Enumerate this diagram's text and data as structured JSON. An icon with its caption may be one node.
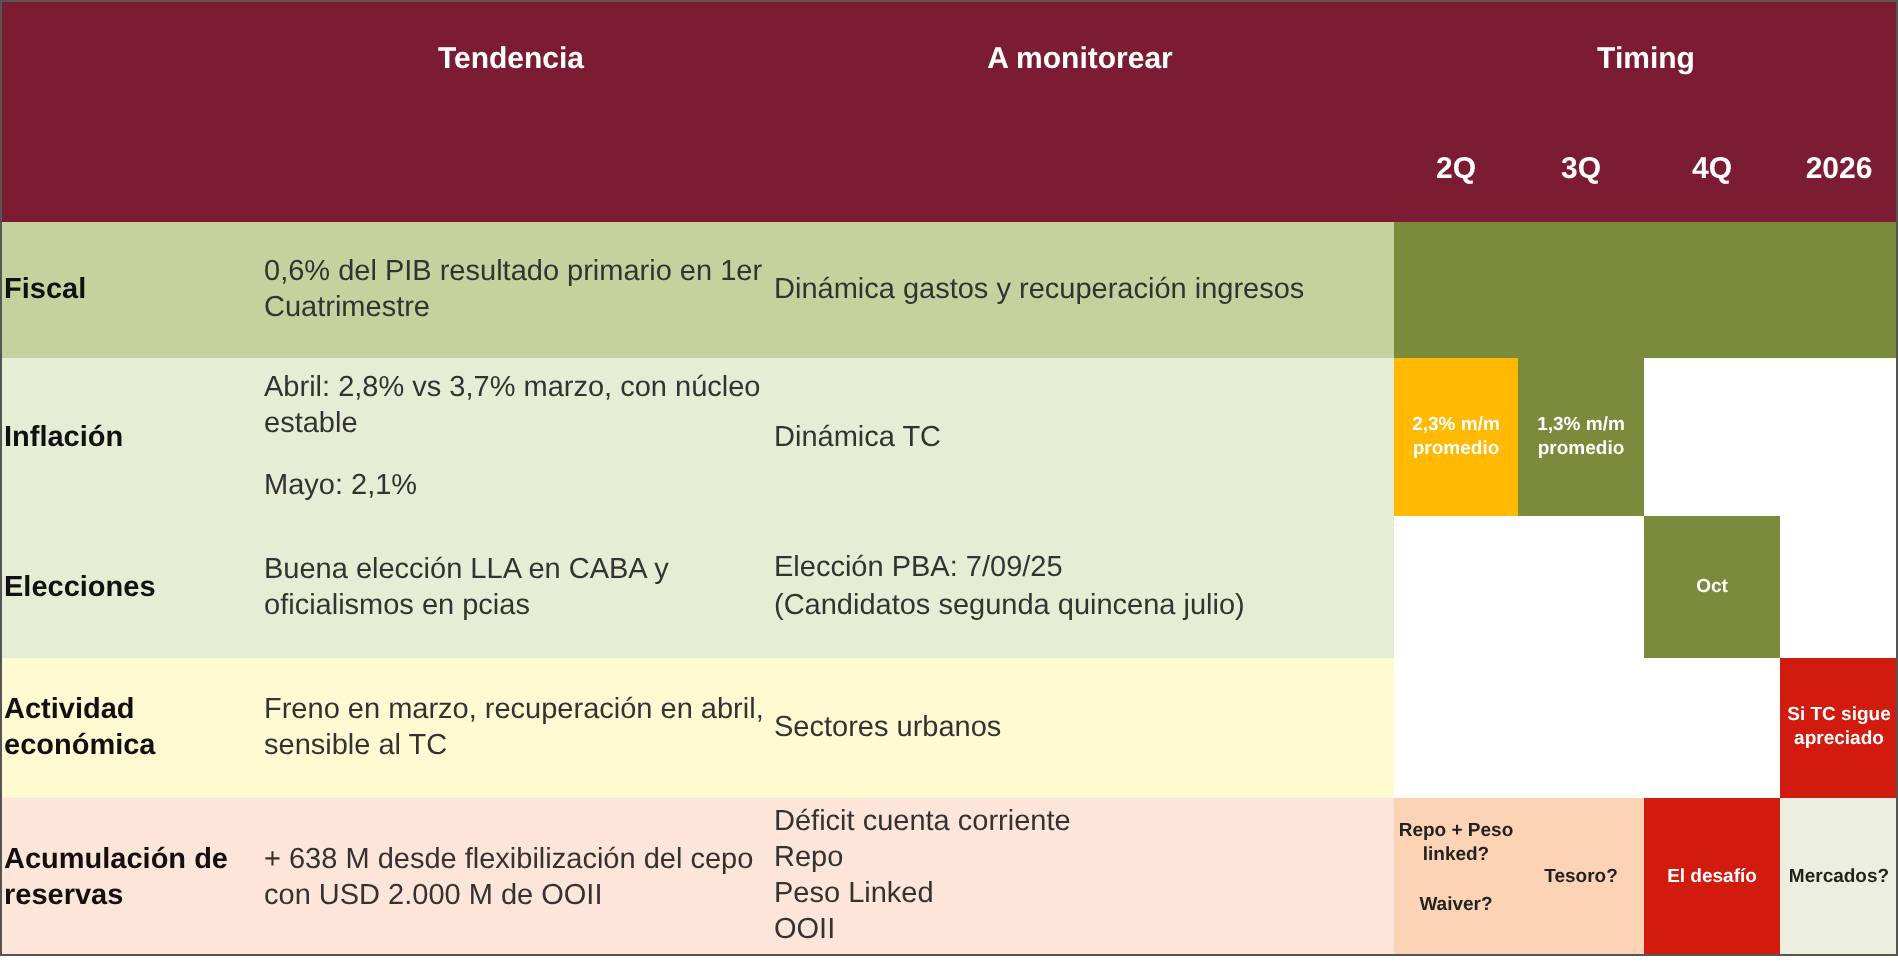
{
  "diagram": {
    "labels": [
      "Tendencia",
      "A monitorear",
      "Timing",
      "2Q",
      "3Q",
      "4Q",
      "2026",
      "Fiscal",
      "0,6% del PIB resultado primario en 1er Cuatrimestre",
      "Dinámica gastos y recuperación ingresos",
      "Inflación",
      "Abril: 2,8% vs 3,7% marzo, con núcleo estable",
      "Mayo: 2,1%",
      "Dinámica TC",
      "2,3% m/m promedio",
      "1,3% m/m promedio",
      "Elecciones",
      "Buena elección LLA en CABA y oficialismos en pcias",
      "Elección PBA: 7/09/25",
      "(Candidatos segunda quincena julio)",
      "Oct",
      "Actividad económica",
      "Freno en marzo, recuperación en abril, sensible al TC",
      "Sectores urbanos",
      "Si TC sigue apreciado",
      "Acumulación de reservas",
      "+ 638 M desde flexibilización del cepo con USD 2.000 M de OOII",
      "Déficit cuenta corriente",
      "Repo",
      "Peso Linked",
      "OOII",
      "Repo + Peso linked?",
      "Waiver?",
      "Tesoro?",
      "El desafío",
      "Mercados?"
    ]
  }
}
